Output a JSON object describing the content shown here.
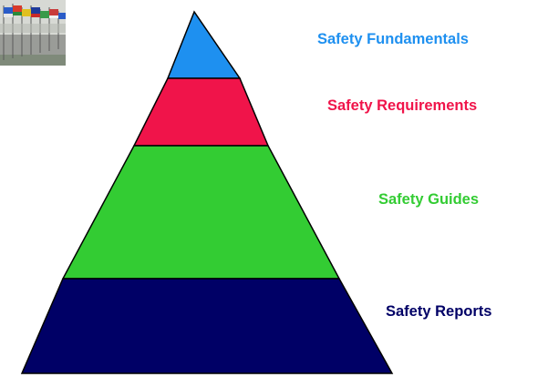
{
  "levels": [
    {
      "label": "Safety Fundamentals",
      "fill": "#1E90F0",
      "text_color": "#1E90F0"
    },
    {
      "label": "Safety Requirements",
      "fill": "#F0144A",
      "text_color": "#F0144A"
    },
    {
      "label": "Safety Guides",
      "fill": "#33CC33",
      "text_color": "#33CC33"
    },
    {
      "label": "Safety Reports",
      "fill": "#000066",
      "text_color": "#000066"
    }
  ]
}
